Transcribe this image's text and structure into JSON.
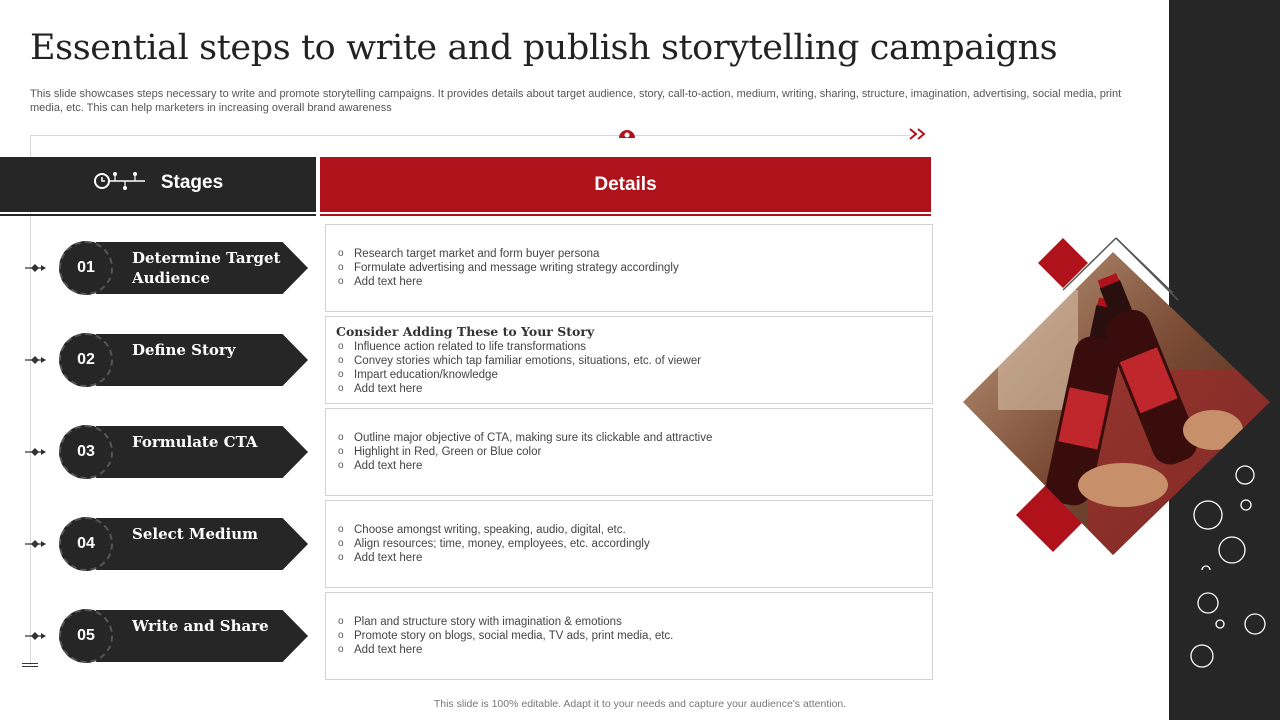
{
  "slide": {
    "title": "Essential steps to write and publish storytelling campaigns",
    "subtitle": "This slide showcases steps necessary to write and promote storytelling campaigns. It provides details about target audience, story, call-to-action, medium, writing, sharing, structure, imagination, advertising, social media, print media, etc. This can help marketers in increasing overall brand awareness",
    "footer": "This slide is 100% editable. Adapt it to your needs and capture your audience's attention."
  },
  "headers": {
    "stages": "Stages",
    "details": "Details"
  },
  "stages": [
    {
      "number": "01",
      "label": "Determine Target Audience",
      "heading": "",
      "bullets": [
        "Research target market and form buyer persona",
        "Formulate advertising and message writing strategy accordingly",
        "Add text here"
      ]
    },
    {
      "number": "02",
      "label": "Define Story",
      "heading": "Consider Adding These to Your Story",
      "bullets": [
        "Influence action related to life transformations",
        "Convey stories which tap familiar emotions, situations, etc. of viewer",
        "Impart education/knowledge",
        "Add text here"
      ]
    },
    {
      "number": "03",
      "label": "Formulate CTA",
      "heading": "",
      "bullets": [
        "Outline major objective of CTA,  making sure its clickable and attractive",
        "Highlight in Red, Green or Blue color",
        "Add text here"
      ]
    },
    {
      "number": "04",
      "label": "Select Medium",
      "heading": "",
      "bullets": [
        "Choose amongst writing, speaking, audio, digital, etc.",
        "Align resources; time, money, employees, etc. accordingly",
        "Add text here"
      ]
    },
    {
      "number": "05",
      "label": "Write and Share",
      "heading": "",
      "bullets": [
        "Plan and structure story with imagination & emotions",
        "Promote story on blogs, social media, TV ads, print media, etc.",
        "Add text here"
      ]
    }
  ],
  "colors": {
    "accent": "#b0121b",
    "dark": "#262626"
  },
  "icons": {
    "stages_header": "process-steps-icon",
    "timeline_marker": "target-dot-icon",
    "timeline_end": "double-chevron-right-icon"
  }
}
